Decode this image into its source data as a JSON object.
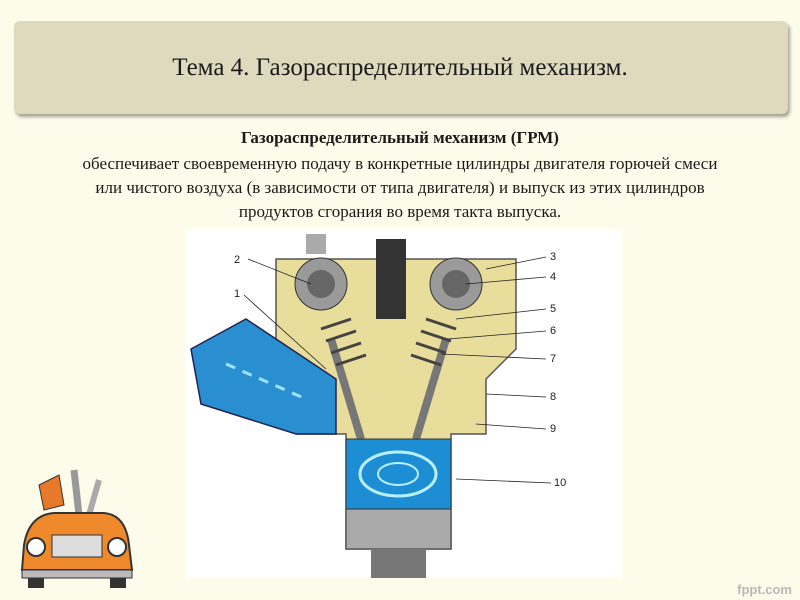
{
  "header": {
    "title": "Тема 4. Газораспределительный механизм."
  },
  "content": {
    "subtitle": "Газораспределительный механизм (ГРМ)",
    "lines": [
      "обеспечивает своевременную подачу в конкретные цилиндры двигателя горючей смеси",
      "или чистого воздуха (в зависимости от типа двигателя) и выпуск из этих цилиндров",
      "продуктов сгорания во время такта выпуска."
    ]
  },
  "figure": {
    "labels": [
      "1",
      "2",
      "3",
      "4",
      "5",
      "6",
      "7",
      "8",
      "9",
      "10"
    ]
  },
  "watermark": "fppt.com"
}
